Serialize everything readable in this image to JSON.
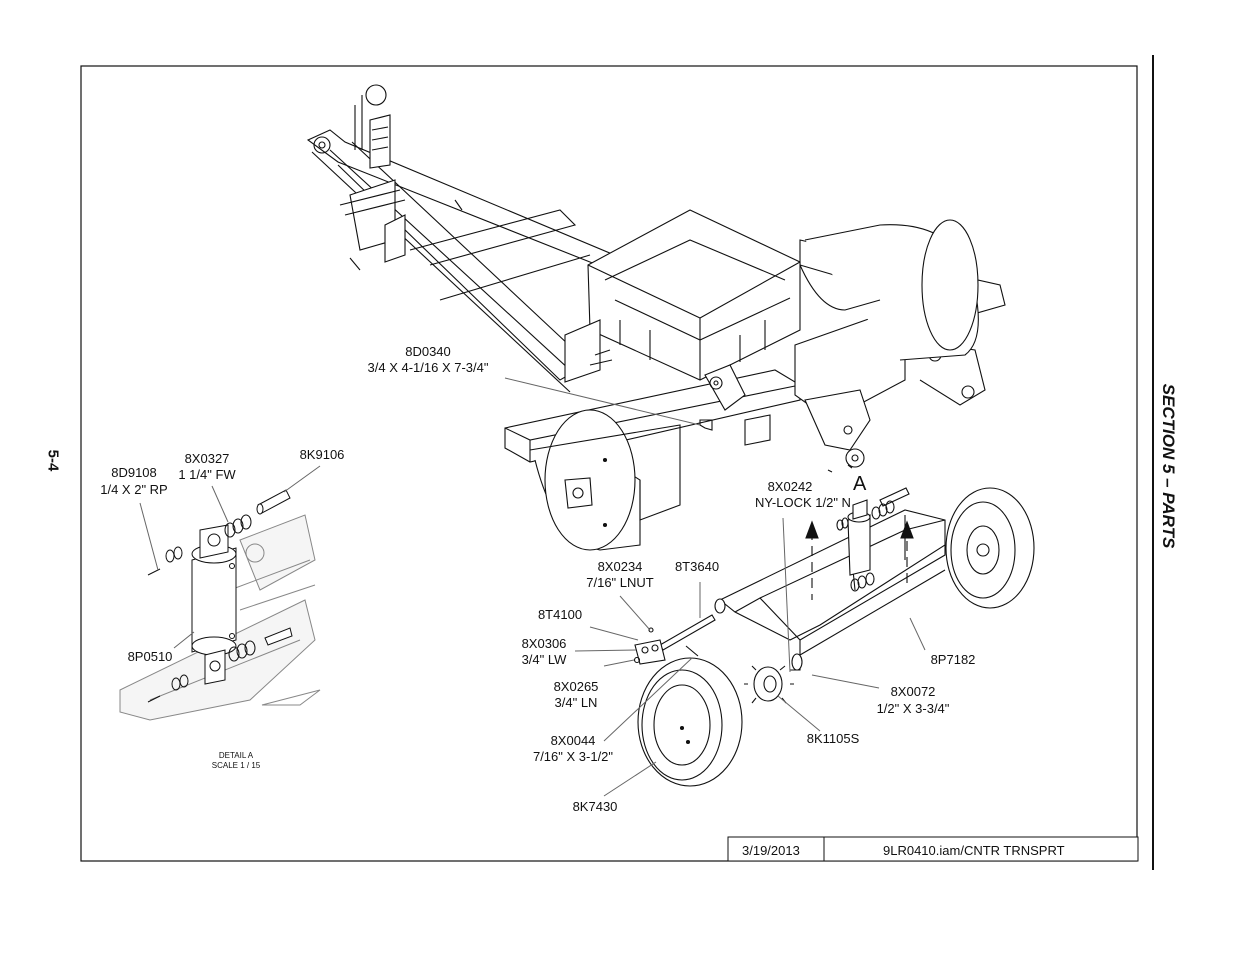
{
  "page": {
    "page_number": "5-4",
    "section": "SECTION 5 – PARTS"
  },
  "detail": {
    "title": "DETAIL  A",
    "scale": "SCALE 1 / 15",
    "marker": "A"
  },
  "title_block": {
    "date": "3/19/2013",
    "file": "9LR0410.iam/CNTR TRNSPRT"
  },
  "callouts": [
    {
      "part": "8D0340",
      "desc": "3/4 X 4-1/16 X 7-3/4\""
    },
    {
      "part": "8D9108",
      "desc": "1/4 X 2\" RP"
    },
    {
      "part": "8X0327",
      "desc": "1 1/4\" FW"
    },
    {
      "part": "8K9106",
      "desc": ""
    },
    {
      "part": "8P0510",
      "desc": ""
    },
    {
      "part": "8X0242",
      "desc": "NY-LOCK 1/2\" N"
    },
    {
      "part": "8X0234",
      "desc": "7/16\" LNUT"
    },
    {
      "part": "8T3640",
      "desc": ""
    },
    {
      "part": "8T4100",
      "desc": ""
    },
    {
      "part": "8X0306",
      "desc": "3/4\" LW"
    },
    {
      "part": "8X0265",
      "desc": "3/4\" LN"
    },
    {
      "part": "8X0044",
      "desc": "7/16\" X 3-1/2\""
    },
    {
      "part": "8K7430",
      "desc": ""
    },
    {
      "part": "8K1105S",
      "desc": ""
    },
    {
      "part": "8X0072",
      "desc": "1/2\" X 3-3/4\""
    },
    {
      "part": "8P7182",
      "desc": ""
    }
  ],
  "colors": {
    "line": "#111111",
    "background": "#ffffff",
    "shade": "#e9e9e9"
  }
}
